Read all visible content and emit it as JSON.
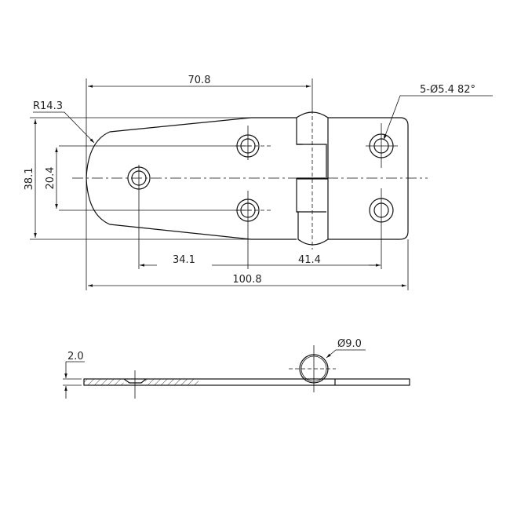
{
  "drawing": {
    "top_view": {
      "dim_overall_length": "100.8",
      "dim_hinge_offset": "70.8",
      "dim_hole_spacing_left": "34.1",
      "dim_hole_spacing_right": "41.4",
      "dim_width": "38.1",
      "dim_hole_row_spacing": "20.4",
      "dim_radius": "R14.3",
      "dim_holes": "5-Ø5.4 82°"
    },
    "side_view": {
      "dim_thickness": "2.0",
      "dim_knuckle_diameter": "Ø9.0"
    }
  }
}
